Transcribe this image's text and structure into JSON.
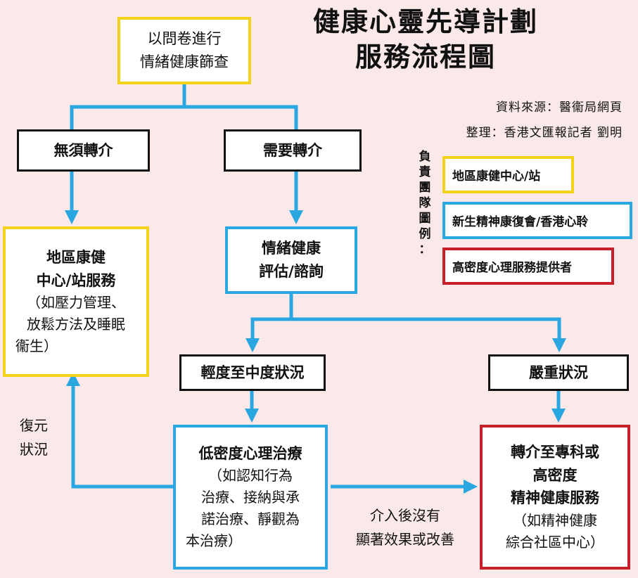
{
  "title": {
    "line1": "健康心靈先導計劃",
    "line2": "服務流程圖"
  },
  "source": {
    "line1": "資料來源：醫衞局網頁",
    "line2": "整理：香港文匯報記者  劉明"
  },
  "legend": {
    "heading": [
      "負",
      "責",
      "團",
      "隊",
      "圖",
      "例",
      "："
    ],
    "items": [
      {
        "label": "地區康健中心/站",
        "color": "#f2d21b"
      },
      {
        "label": "新生精神康復會/香港心聆",
        "color": "#2aa6e0"
      },
      {
        "label": "高密度心理服務提供者",
        "color": "#c8202a"
      }
    ]
  },
  "nodes": {
    "screening": {
      "line1": "以問卷進行",
      "line2": "情緒健康篩查"
    },
    "no_referral": {
      "label": "無須轉介"
    },
    "need_referral": {
      "label": "需要轉介"
    },
    "dhc": {
      "line1": "地區康健",
      "line2": "中心/站服務",
      "line3": "（如壓力管理、",
      "line4": "放鬆方法及睡眠",
      "line5": "衞生）"
    },
    "assessment": {
      "line1": "情緒健康",
      "line2": "評估/諮詢"
    },
    "mild": {
      "label": "輕度至中度狀況"
    },
    "severe": {
      "label": "嚴重狀況"
    },
    "low_intensity": {
      "line1": "低密度心理治療",
      "line2": "（如認知行為",
      "line3": "治療、接納與承",
      "line4": "諾治療、靜觀為",
      "line5": "本治療）"
    },
    "specialist": {
      "line1": "轉介至專科或",
      "line2": "高密度",
      "line3": "精神健康服務",
      "line4": "（如精神健康",
      "line5": "綜合社區中心）"
    }
  },
  "edge_labels": {
    "recovery": {
      "line1": "復元",
      "line2": "狀況"
    },
    "no_improvement": {
      "line1": "介入後沒有",
      "line2": "顯著效果或改善"
    }
  },
  "colors": {
    "arrow": "#2aa6e0",
    "background": "#fbe9ea"
  }
}
